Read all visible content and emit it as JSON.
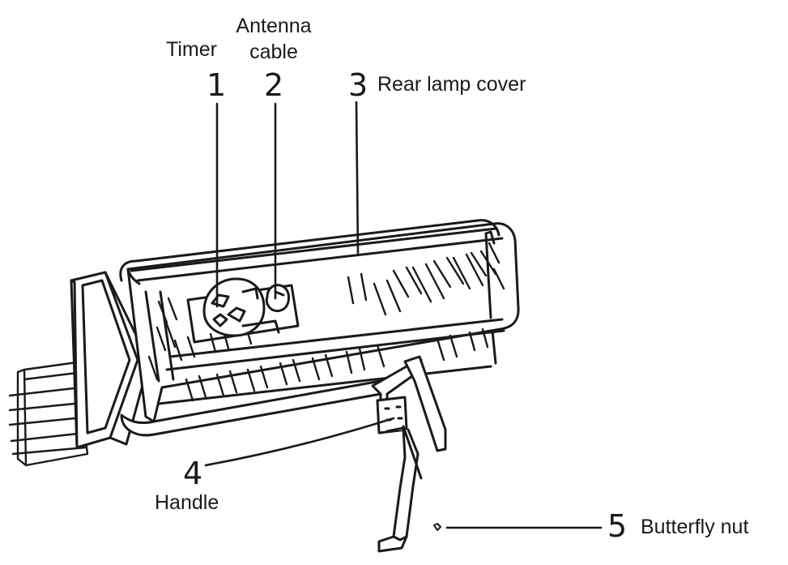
{
  "labels": [
    {
      "number": "1",
      "text": "Timer"
    },
    {
      "number": "2",
      "text": "Antenna cable"
    },
    {
      "number": "3",
      "text": "Rear lamp cover"
    },
    {
      "number": "4",
      "text": "Handle"
    },
    {
      "number": "5",
      "text": "Butterfly nut"
    }
  ]
}
